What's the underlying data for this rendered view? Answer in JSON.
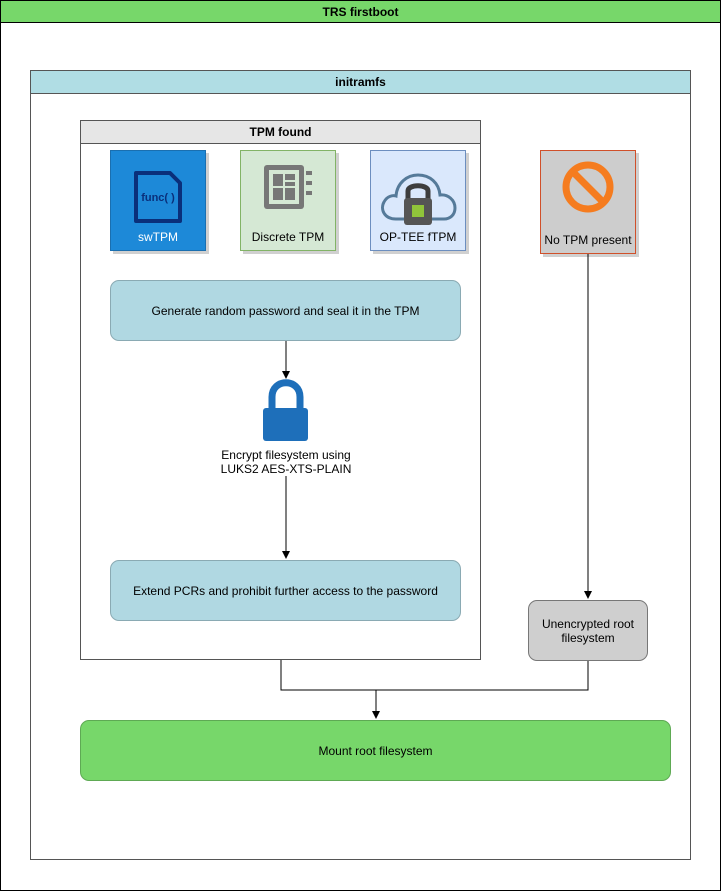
{
  "containers": {
    "outer_title": "TRS firstboot",
    "initramfs_title": "initramfs",
    "tpm_found_title": "TPM found"
  },
  "tpm_options": [
    {
      "label": "swTPM",
      "icon": "function-file-icon"
    },
    {
      "label": "Discrete TPM",
      "icon": "chip-icon"
    },
    {
      "label": "OP-TEE fTPM",
      "icon": "cloud-lock-icon"
    }
  ],
  "no_tpm": {
    "label": "No TPM present",
    "icon": "prohibited-icon"
  },
  "steps": {
    "generate": "Generate random password and seal it in the TPM",
    "encrypt_line1": "Encrypt filesystem using",
    "encrypt_line2": "LUKS2 AES-XTS-PLAIN",
    "extend": "Extend PCRs and prohibit further access to the password",
    "unencrypted_line1": "Unencrypted root",
    "unencrypted_line2": "filesystem",
    "mount": "Mount root filesystem"
  },
  "icon_text": {
    "func": "func( )"
  },
  "colors": {
    "green": "#77d76a",
    "blue_header": "#b0dde4",
    "process": "#b0d8e2",
    "lock": "#1e6fba",
    "prohibit": "#f57c1f"
  }
}
